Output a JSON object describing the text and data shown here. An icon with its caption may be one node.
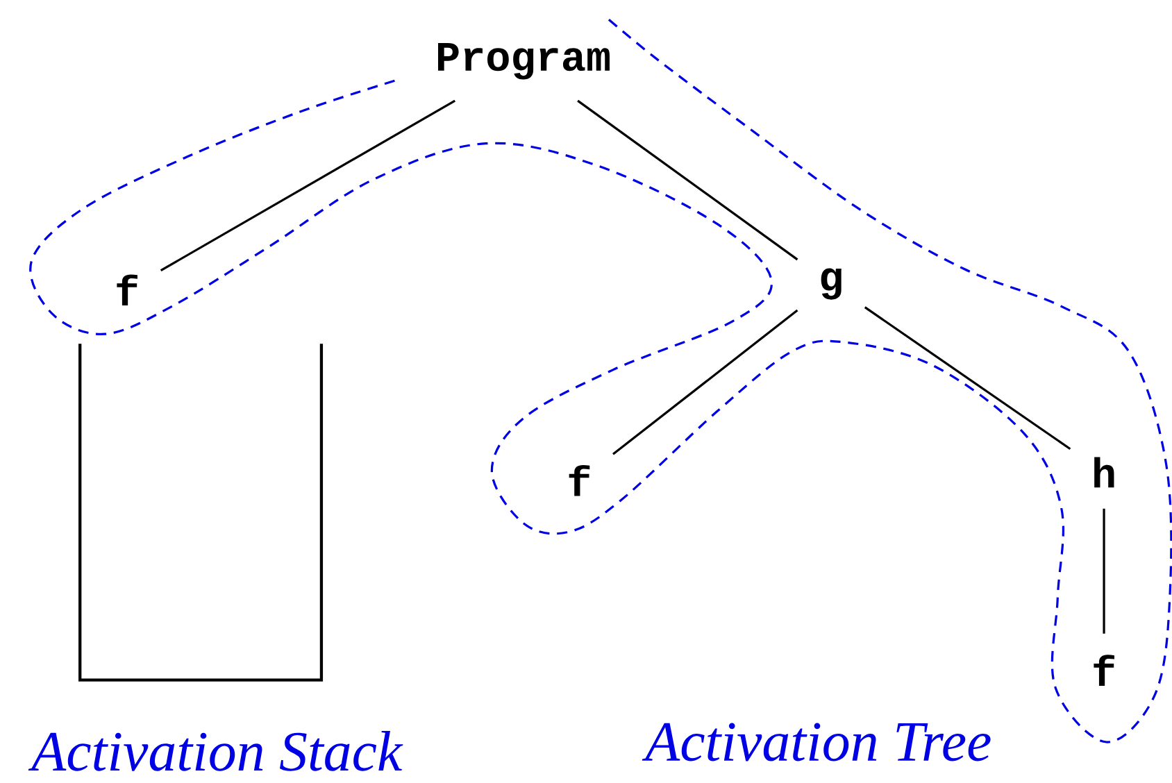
{
  "diagram": {
    "nodes": [
      {
        "text": [
          "Program"
        ]
      },
      {
        "text": [
          "f"
        ]
      },
      {
        "text": [
          "g"
        ]
      },
      {
        "text": [
          "f"
        ]
      },
      {
        "text": [
          "h"
        ]
      },
      {
        "text": [
          "f"
        ]
      }
    ],
    "edges": [
      {
        "from": 0,
        "to": 1,
        "arrow": "none"
      },
      {
        "from": 0,
        "to": 2,
        "arrow": "none"
      },
      {
        "from": 2,
        "to": 3,
        "arrow": "none"
      },
      {
        "from": 2,
        "to": 4,
        "arrow": "none"
      },
      {
        "from": 4,
        "to": 5,
        "arrow": "none"
      }
    ],
    "labels": [
      "Activation Stack",
      "Activation Tree"
    ]
  }
}
